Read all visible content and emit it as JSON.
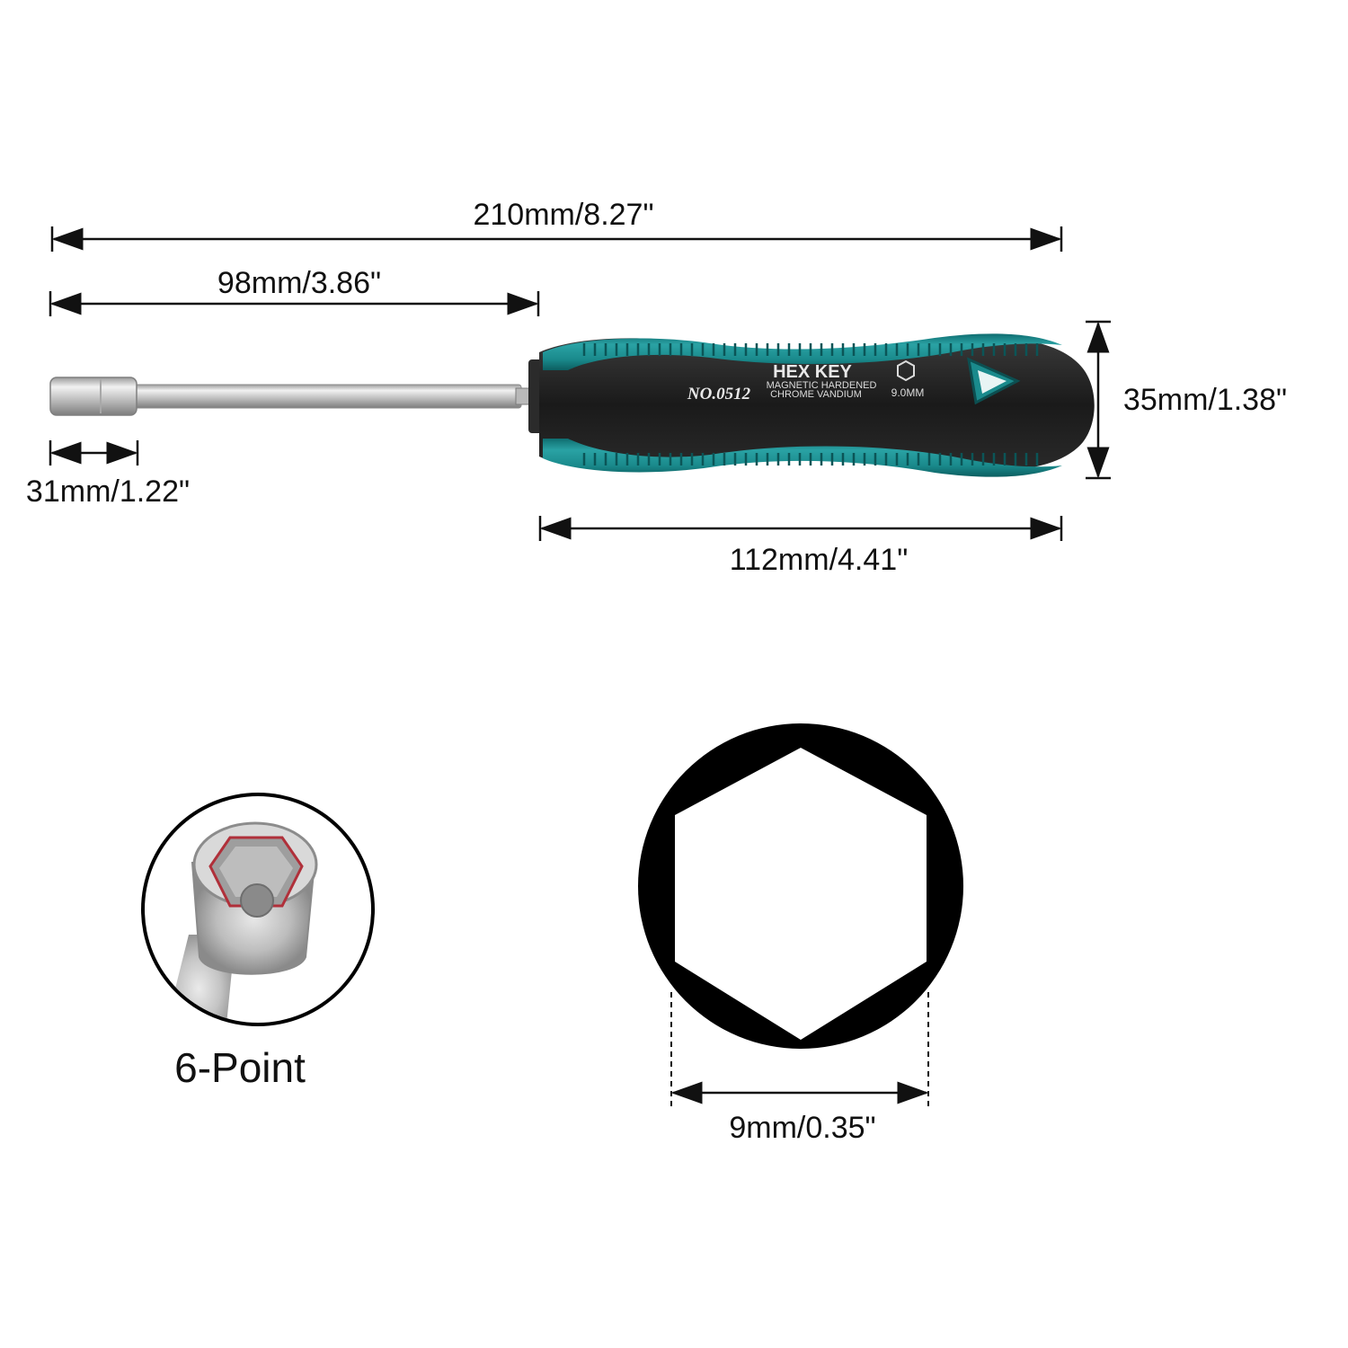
{
  "dimensions": {
    "total_length": "210mm/8.27\"",
    "shaft_length": "98mm/3.86\"",
    "socket_length": "31mm/1.22\"",
    "handle_length": "112mm/4.41\"",
    "handle_diameter": "35mm/1.38\"",
    "hex_size": "9mm/0.35\""
  },
  "handle_print": {
    "title": "HEX KEY",
    "model": "NO.0512",
    "line1": "MAGNETIC HARDENED",
    "line2": "CHROME VANDIUM",
    "size": "9.0MM"
  },
  "detail": {
    "label": "6-Point"
  },
  "colors": {
    "handle_teal": "#1a8a8c",
    "handle_black": "#1c1c1c",
    "steel": "#c9c9c9",
    "socket_marker": "#b0303a"
  }
}
